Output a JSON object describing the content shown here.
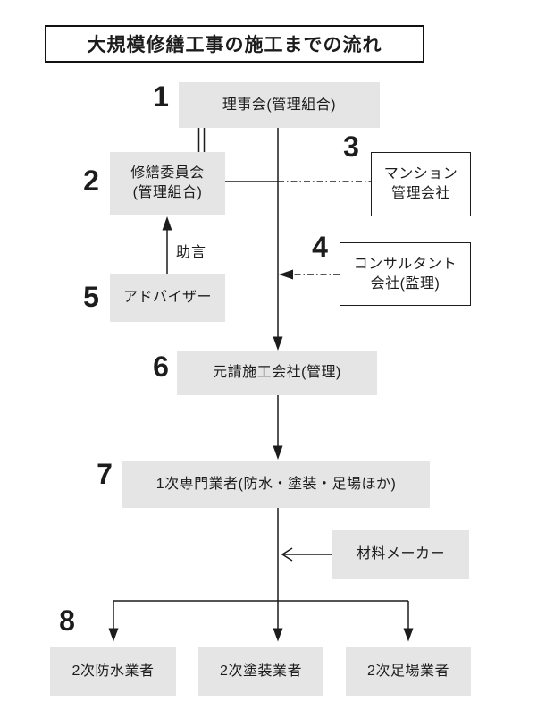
{
  "title": "大規模修繕工事の施工までの流れ",
  "colors": {
    "box_gray": "#e5e5e5",
    "line": "#1c1c1c",
    "text": "#1c1c1c"
  },
  "nodes": {
    "board": {
      "num": "1",
      "label": "理事会(管理組合)"
    },
    "committee": {
      "num": "2",
      "label": "修繕委員会\n(管理組合)"
    },
    "mgmt_co": {
      "num": "3",
      "label": "マンション\n管理会社"
    },
    "consultant": {
      "num": "4",
      "label": "コンサルタント\n会社(監理)"
    },
    "adviser": {
      "num": "5",
      "label": "アドバイザー"
    },
    "prime": {
      "num": "6",
      "label": "元請施工会社(管理)"
    },
    "primary": {
      "num": "7",
      "label": "1次専門業者(防水・塗装・足場ほか)"
    },
    "material": {
      "label": "材料メーカー"
    },
    "sub_group_num": "8",
    "sub_waterproof": {
      "label": "2次防水業者"
    },
    "sub_paint": {
      "label": "2次塗装業者"
    },
    "sub_scaffold": {
      "label": "2次足場業者"
    }
  },
  "edge_labels": {
    "advice": "助言"
  }
}
